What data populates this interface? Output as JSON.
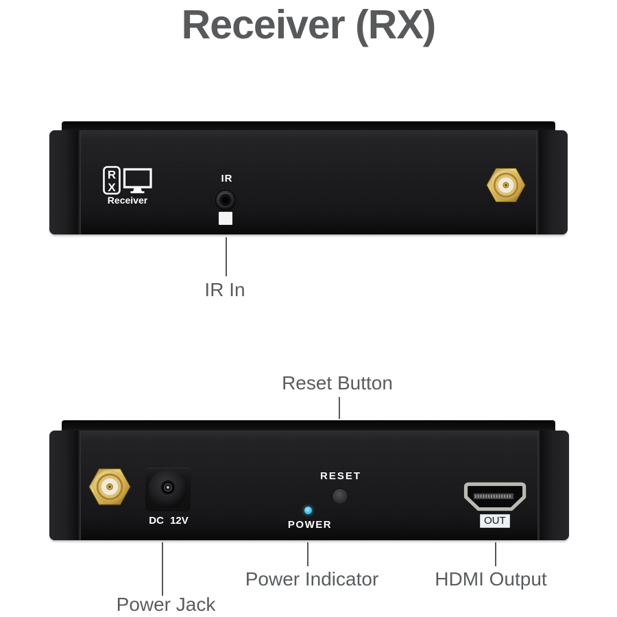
{
  "title": "Receiver (RX)",
  "front_panel": {
    "logo": {
      "rx": [
        "R",
        "X"
      ],
      "label": "Receiver"
    },
    "ir_port_label": "IR",
    "callout_ir_in": "IR In"
  },
  "rear_panel": {
    "power_jack_label": "DC 12V",
    "reset_label": "RESET",
    "power_led_label": "POWER",
    "hdmi_port_label": "OUT",
    "callout_reset": "Reset Button",
    "callout_power_jack": "Power Jack",
    "callout_power_indicator": "Power Indicator",
    "callout_hdmi_output": "HDMI Output"
  },
  "colors": {
    "title_text": "#58595b",
    "callout_text": "#595c5e",
    "device_black": "#1a1a1c",
    "power_led_blue": "#41c4ef",
    "sma_gold": "#d9b352",
    "hdmi_metal": "#b9b9b1",
    "ir_window_white": "#f4f4f4"
  }
}
